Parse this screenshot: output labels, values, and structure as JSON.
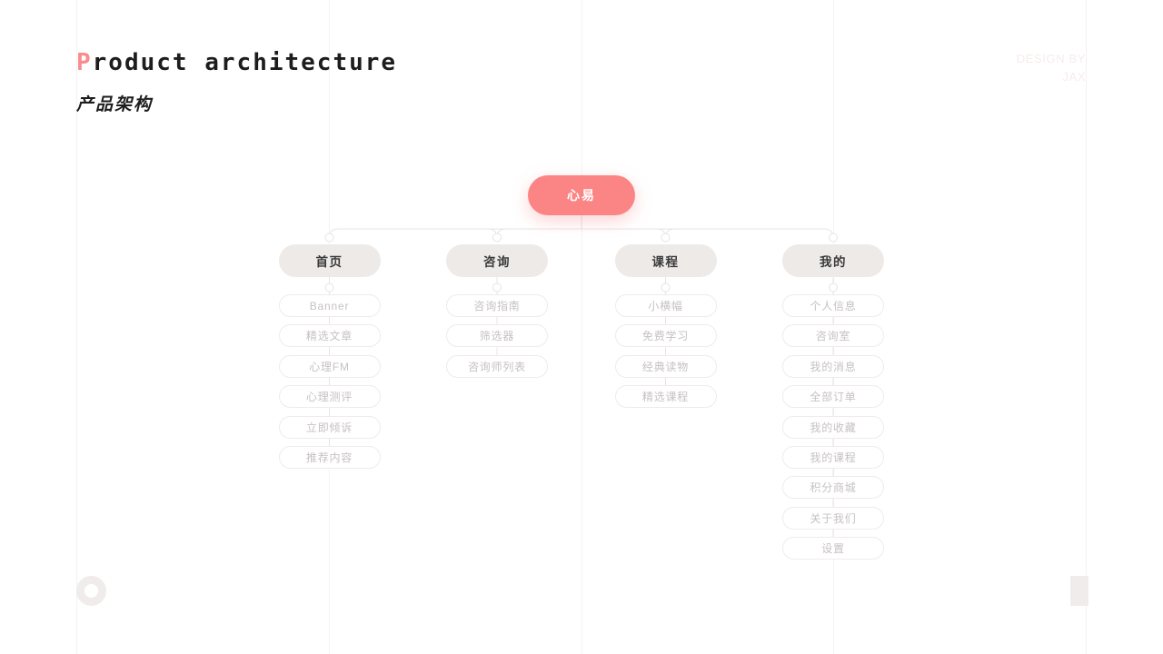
{
  "header": {
    "title_en_lead": "P",
    "title_en_rest": "roduct architecture",
    "title_cn": "产品架构",
    "credit_line1": "DESIGN BY",
    "credit_line2": "JAX"
  },
  "colors": {
    "accent": "#fb8585",
    "accent_title": "#f98c8c",
    "category_fill": "#eeeae8",
    "leaf_border": "#f0ebeb",
    "leaf_text": "#c6c1c1",
    "link": "#e8e3e3",
    "guide": "#f4f2f3",
    "deco": "#f0ecec",
    "credit_text": "#f7ecec"
  },
  "chart_data": {
    "type": "diagram",
    "title": "产品架构",
    "root": {
      "label": "心易"
    },
    "branches": [
      {
        "label": "首页",
        "children": [
          "Banner",
          "精选文章",
          "心理FM",
          "心理测评",
          "立即倾诉",
          "推荐内容"
        ]
      },
      {
        "label": "咨询",
        "children": [
          "咨询指南",
          "筛选器",
          "咨询师列表"
        ]
      },
      {
        "label": "课程",
        "children": [
          "小横幅",
          "免费学习",
          "经典读物",
          "精选课程"
        ]
      },
      {
        "label": "我的",
        "children": [
          "个人信息",
          "咨询室",
          "我的消息",
          "全部订单",
          "我的收藏",
          "我的课程",
          "积分商城",
          "关于我们",
          "设置"
        ]
      }
    ]
  },
  "decorations": {
    "ring": "ring-shape",
    "rect": "rect-shape"
  }
}
